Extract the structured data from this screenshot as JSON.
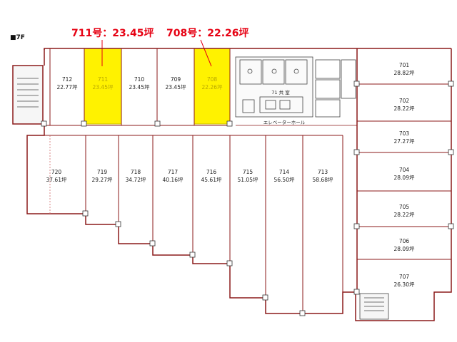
{
  "floor_label": "■7F",
  "callouts": {
    "left": "711号：23.45坪",
    "right": "708号：22.26坪"
  },
  "colors": {
    "highlight": "#fff200",
    "callout_red": "#e60012",
    "wall": "#8b1a1a",
    "line": "#333333"
  },
  "units": [
    {
      "no": "712",
      "area": "22.77坪"
    },
    {
      "no": "711",
      "area": "23.45坪"
    },
    {
      "no": "710",
      "area": "23.45坪"
    },
    {
      "no": "709",
      "area": "23.45坪"
    },
    {
      "no": "708",
      "area": "22.26坪"
    },
    {
      "no": "720",
      "area": "37.61坪"
    },
    {
      "no": "719",
      "area": "29.27坪"
    },
    {
      "no": "718",
      "area": "34.72坪"
    },
    {
      "no": "717",
      "area": "40.16坪"
    },
    {
      "no": "716",
      "area": "45.61坪"
    },
    {
      "no": "715",
      "area": "51.05坪"
    },
    {
      "no": "714",
      "area": "56.50坪"
    },
    {
      "no": "713",
      "area": "58.68坪"
    },
    {
      "no": "701",
      "area": "28.82坪"
    },
    {
      "no": "702",
      "area": "28.22坪"
    },
    {
      "no": "703",
      "area": "27.27坪"
    },
    {
      "no": "704",
      "area": "28.09坪"
    },
    {
      "no": "705",
      "area": "28.22坪"
    },
    {
      "no": "706",
      "area": "28.09坪"
    },
    {
      "no": "707",
      "area": "26.30坪"
    }
  ],
  "labels": {
    "elevator_hall": "エレベーターホール",
    "common": "71 共 室"
  }
}
